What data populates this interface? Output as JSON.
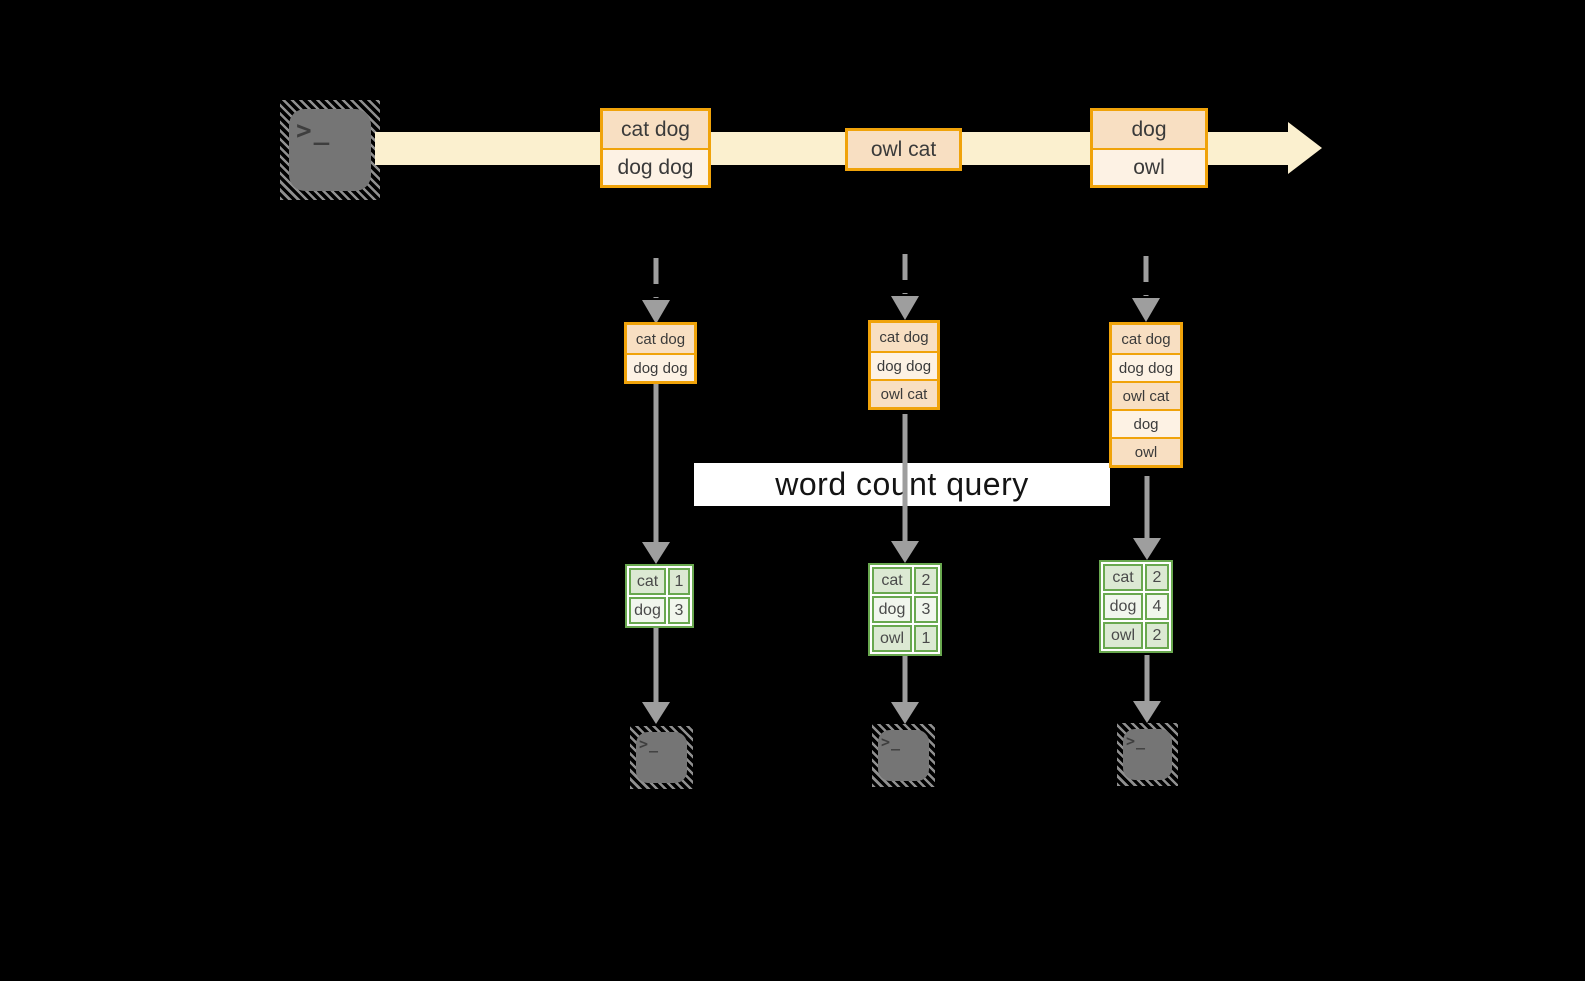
{
  "banner": {
    "label": "word count query"
  },
  "stream": {
    "batches": [
      {
        "rows": [
          "cat dog",
          "dog dog"
        ]
      },
      {
        "rows": [
          "owl cat"
        ]
      },
      {
        "rows": [
          "dog",
          "owl"
        ]
      }
    ]
  },
  "buffers": [
    {
      "rows": [
        "cat dog",
        "dog dog"
      ]
    },
    {
      "rows": [
        "cat dog",
        "dog dog",
        "owl cat"
      ]
    },
    {
      "rows": [
        "cat dog",
        "dog dog",
        "owl cat",
        "dog",
        "owl"
      ]
    }
  ],
  "count_tables": [
    {
      "rows": [
        {
          "word": "cat",
          "count": "1"
        },
        {
          "word": "dog",
          "count": "3"
        }
      ]
    },
    {
      "rows": [
        {
          "word": "cat",
          "count": "2"
        },
        {
          "word": "dog",
          "count": "3"
        },
        {
          "word": "owl",
          "count": "1"
        }
      ]
    },
    {
      "rows": [
        {
          "word": "cat",
          "count": "2"
        },
        {
          "word": "dog",
          "count": "4"
        },
        {
          "word": "owl",
          "count": "2"
        }
      ]
    }
  ],
  "terminals": {
    "source": {
      "glyph": ">_"
    },
    "outputs": [
      {
        "glyph": ">_"
      },
      {
        "glyph": ">_"
      },
      {
        "glyph": ">_"
      }
    ]
  },
  "colors": {
    "amber_border": "#F0A30A",
    "peach_fill": "#F8DFC2",
    "cream_fill": "#FDF2E4",
    "stream_band": "#FBF0CF",
    "green_border": "#69A84F",
    "green_fill_dark": "#DCE9D3",
    "green_fill_light": "#F1F6ED",
    "arrow_gray": "#9E9E9E",
    "terminal_gray": "#757575",
    "banner_bg": "#FFFFFF",
    "background": "#000000"
  }
}
